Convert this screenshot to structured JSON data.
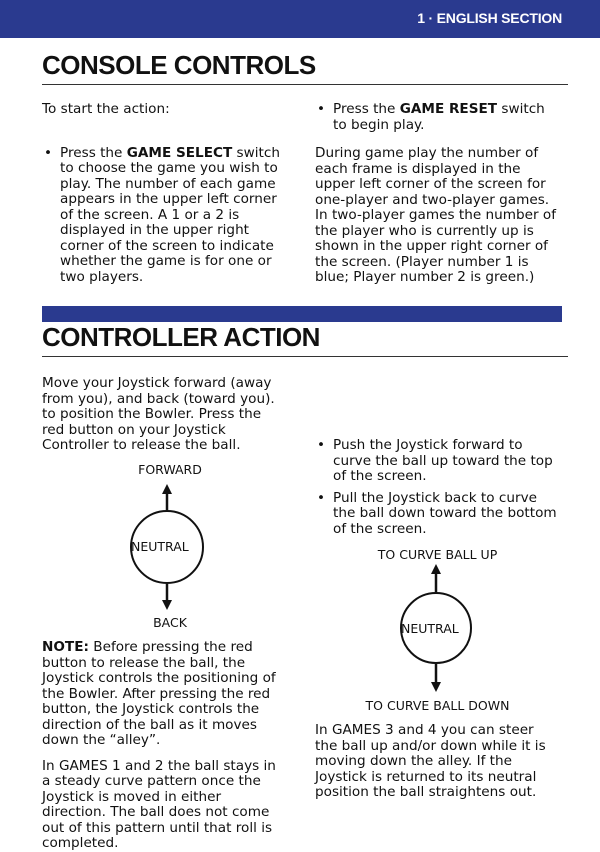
{
  "header": {
    "section_tag": "1 · ENGLISH SECTION"
  },
  "console": {
    "title": "CONSOLE CONTROLS",
    "intro": "To start the action:",
    "bullet1_pre": "Press the ",
    "bullet1_bold": "GAME SELECT",
    "bullet1_post": " switch to choose the game you wish to play. The number of each game appears in the upper left corner of the screen. A 1 or a 2 is displayed in the upper right corner of the screen to indicate whether the game is for one or two players.",
    "bullet2_pre": "Press the ",
    "bullet2_bold": "GAME RESET",
    "bullet2_post": " switch to begin play.",
    "para": "During game play the number of each frame is displayed in the upper left corner of the screen for one-player and two-player games. In two-player games the number of the player who is currently up is shown in the upper right corner of the screen. (Player number 1 is blue; Player number 2 is green.)"
  },
  "controller": {
    "title": "CONTROLLER ACTION",
    "intro": "Move your Joystick forward (away from you), and back (toward you). to position the Bowler. Press the red button on your Joystick Controller to release the ball.",
    "diagram1": {
      "top": "FORWARD",
      "center": "NEUTRAL",
      "bottom": "BACK"
    },
    "note_bold": "NOTE:",
    "note_text": " Before pressing the red button to release the ball, the Joystick controls the positioning of the Bowler. After pressing the red button, the Joystick controls the direction of the ball as it moves down the “alley”.",
    "games12": "In GAMES 1 and 2 the ball stays in a steady curve pattern once the Joystick is moved in either direction. The ball does not come out of this pattern until that roll is completed.",
    "bullet_up": "Push the Joystick forward to curve the ball up toward the top of the screen.",
    "bullet_down": "Pull the Joystick back to curve the ball down toward the bottom of the screen.",
    "diagram2": {
      "top": "TO CURVE BALL UP",
      "center": "NEUTRAL",
      "bottom": "TO CURVE BALL DOWN"
    },
    "games34": "In GAMES 3 and 4 you can steer the ball up and/or down while it is moving down the alley. If the Joystick is returned to its neutral position the ball straightens out."
  },
  "icons": {
    "bullet": "•"
  }
}
